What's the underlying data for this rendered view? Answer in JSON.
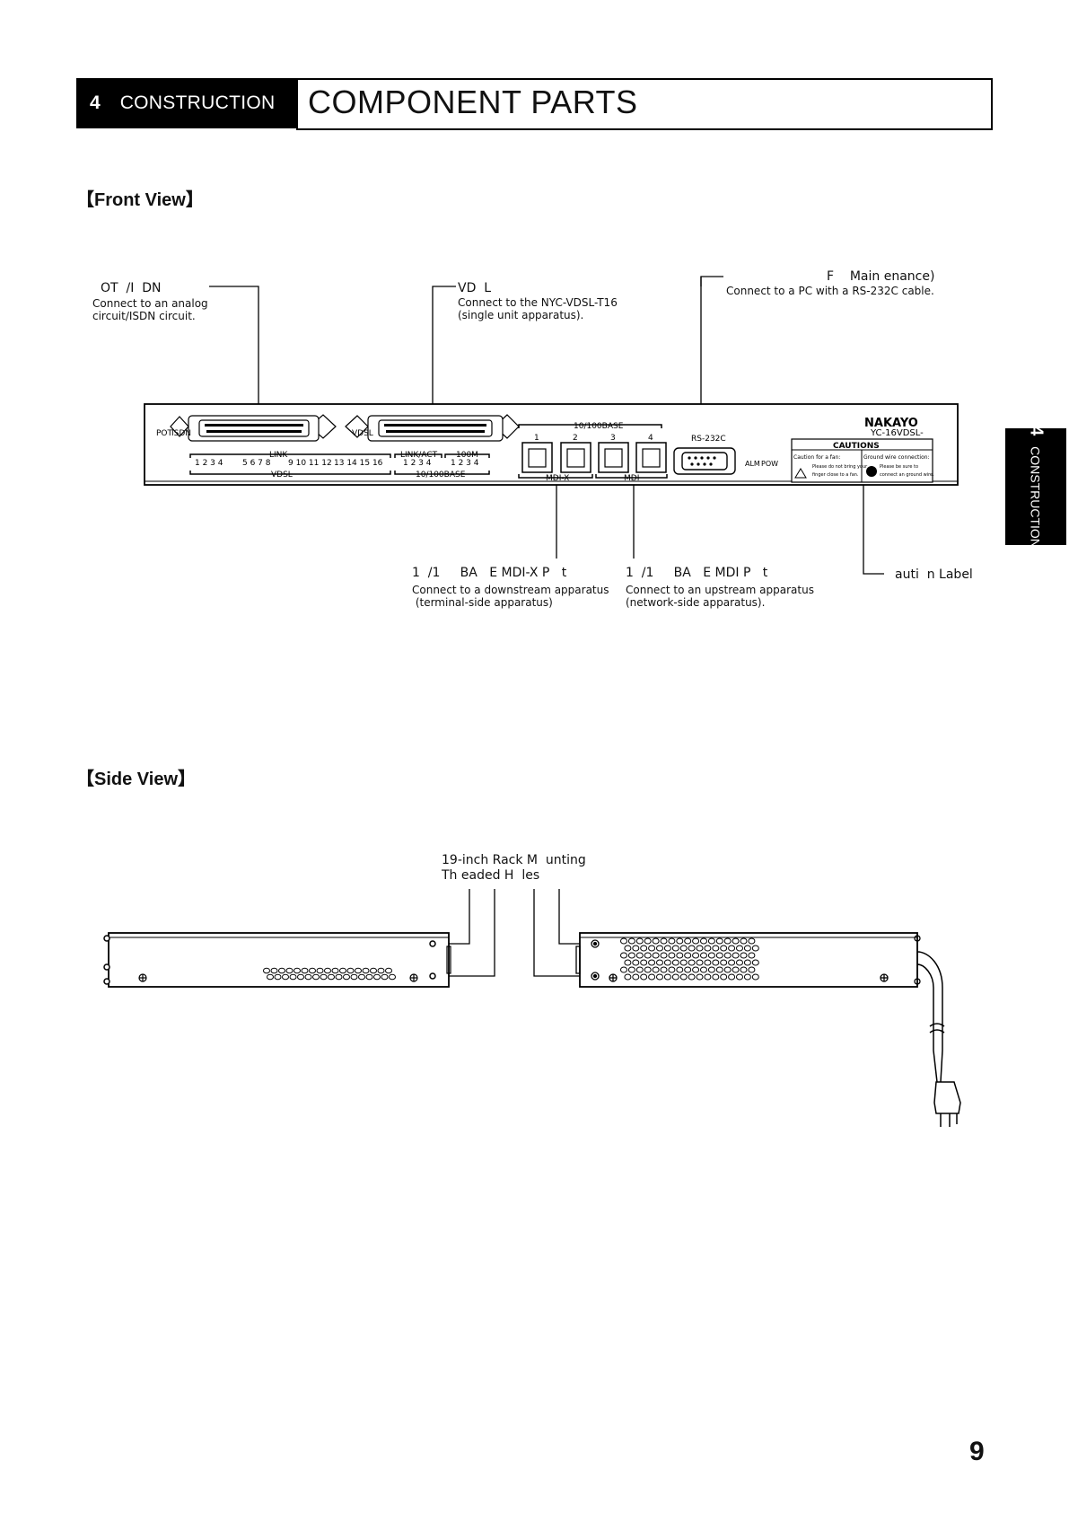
{
  "header": {
    "section_number": "4",
    "section_name": "CONSTRUCTION",
    "title": "COMPONENT PARTS"
  },
  "front_view": {
    "heading": "【Front View】",
    "callouts": [
      {
        "label": "OT  /I  DN",
        "description": "Connect to an analog\ncircuit/ISDN circuit."
      },
      {
        "label": "VD  L",
        "description": "Connect to the NYC-VDSL-T16\n(single unit apparatus)."
      },
      {
        "label": "F    Main enance)",
        "description": "Connect to a PC with a RS-232C cable."
      },
      {
        "label": "1  /1     BA   E MDI-X P   t",
        "description": "Connect to a downstream apparatus\n (terminal-side apparatus)"
      },
      {
        "label": "1  /1     BA   E MDI P   t",
        "description": "Connect to an upstream apparatus\n(network-side apparatus)."
      },
      {
        "label": "auti  n Label",
        "description": ""
      }
    ],
    "device": {
      "brand": "NAKAYO",
      "model": "YC-16VDSL-",
      "cautions_title": "CAUTIONS",
      "caution_fan": "Caution for a fan:",
      "caution_fan_text1": "Please do not bring your",
      "caution_fan_text2": "finger close to a fan.",
      "caution_ground": "Ground wire connection:",
      "caution_ground_text1": "Please be sure to",
      "caution_ground_text2": "connect an ground wire.",
      "pot": "POT",
      "isdn": "ISDN",
      "vdsl": "VDSL",
      "link": "LINK",
      "vdsl_under": "VDSL",
      "link_act": "LINK/ACT",
      "m100": "100M",
      "base": "10/100BASE",
      "base_top": "10/100BASE",
      "port1": "1",
      "port2": "2",
      "port3": "3",
      "port4": "4",
      "mdix": "MDI-X",
      "mdi": "MDI",
      "rs232c": "RS-232C",
      "alm": "ALM",
      "pow": "POW",
      "n1": "1  2  3  4",
      "n2": "5  6  7  8",
      "n3": "9  10 11 12",
      "n4": "13 14 15 16",
      "n5": "1  2  3  4",
      "n6": "1  2  3  4"
    }
  },
  "side_view": {
    "heading": "【Side View】",
    "callout_line1": "19-inch Rack M  unting",
    "callout_line2": "Th eaded H  les"
  },
  "side_tab": {
    "number": "4",
    "text": "CONSTRUCTION"
  },
  "page_number": "9"
}
